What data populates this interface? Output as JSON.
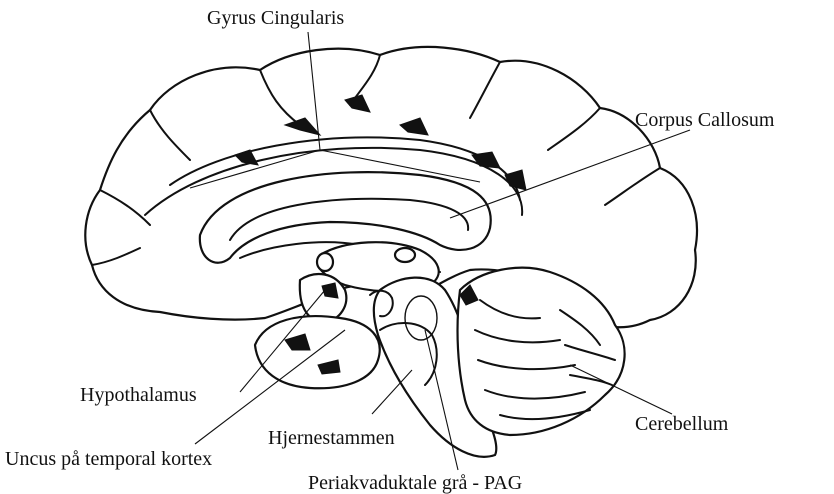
{
  "labels": {
    "gyrus_cingularis": "Gyrus Cingularis",
    "corpus_callosum": "Corpus Callosum",
    "hypothalamus": "Hypothalamus",
    "uncus": "Uncus på temporal kortex",
    "hjernestammen": "Hjernestammen",
    "cerebellum": "Cerebellum",
    "pag": "Periakvaduktale grå - PAG"
  },
  "colors": {
    "ink": "#111111",
    "background": "#ffffff"
  }
}
